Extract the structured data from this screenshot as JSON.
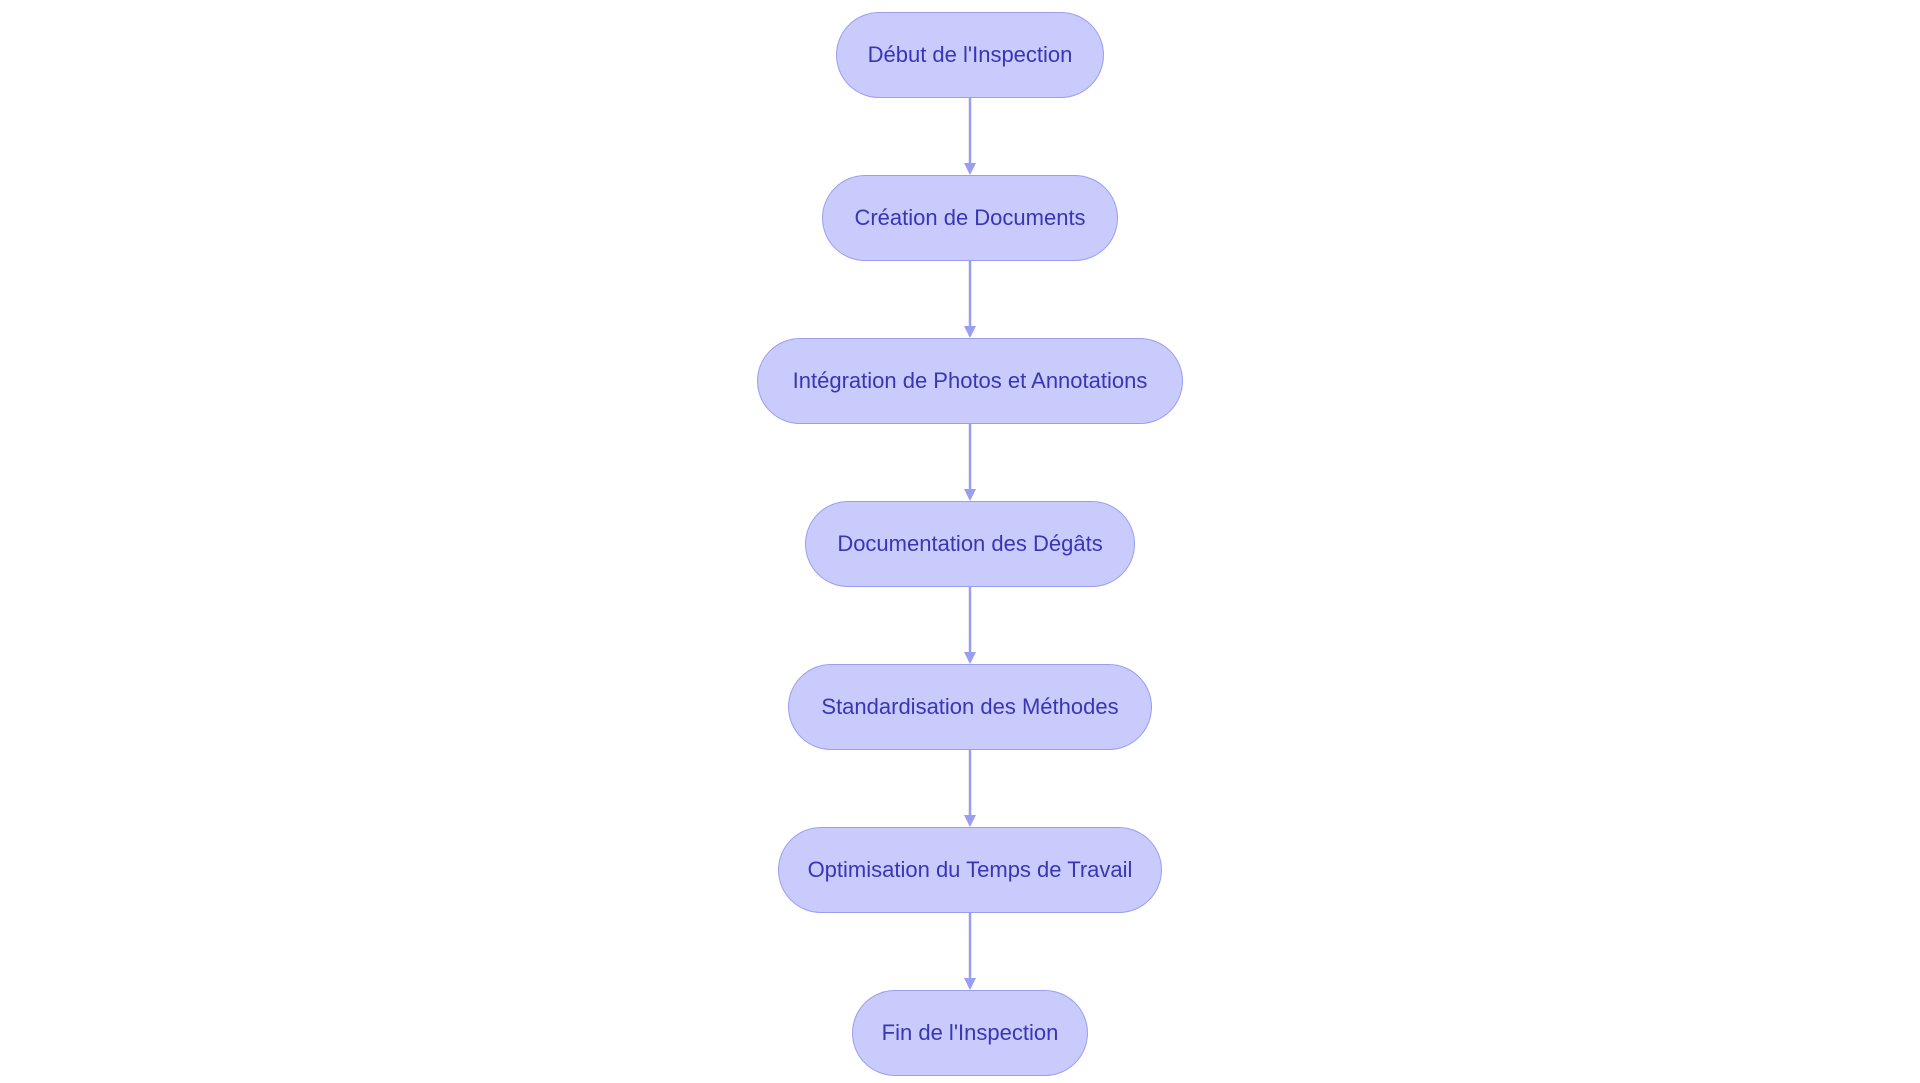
{
  "colors": {
    "node_fill": "#c9cbfd",
    "node_border": "#9a9df0",
    "node_text": "#3936b5",
    "edge": "#9a9df0",
    "background": "#ffffff"
  },
  "flowchart": {
    "nodes": [
      {
        "id": "start",
        "label": "Début de l'Inspection"
      },
      {
        "id": "docs",
        "label": "Création de Documents"
      },
      {
        "id": "photos",
        "label": "Intégration de Photos et Annotations"
      },
      {
        "id": "damage",
        "label": "Documentation des Dégâts"
      },
      {
        "id": "methods",
        "label": "Standardisation des Méthodes"
      },
      {
        "id": "time",
        "label": "Optimisation du Temps de Travail"
      },
      {
        "id": "end",
        "label": "Fin de l'Inspection"
      }
    ],
    "edges": [
      {
        "from": "start",
        "to": "docs"
      },
      {
        "from": "docs",
        "to": "photos"
      },
      {
        "from": "photos",
        "to": "damage"
      },
      {
        "from": "damage",
        "to": "methods"
      },
      {
        "from": "methods",
        "to": "time"
      },
      {
        "from": "time",
        "to": "end"
      }
    ]
  }
}
